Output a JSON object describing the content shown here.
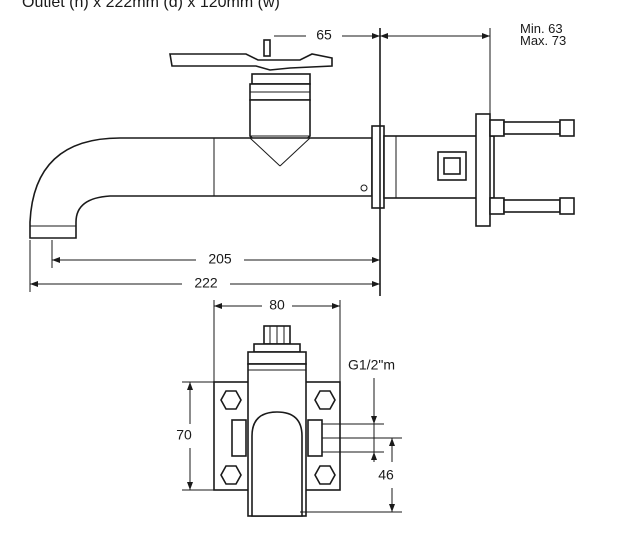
{
  "header_text": "Outlet (h) x 222mm (d) x 120mm (w)",
  "side_view": {
    "dim_top": "65",
    "dim_min": "Min. 63",
    "dim_max": "Max. 73",
    "dim_205": "205",
    "dim_222": "222"
  },
  "front_view": {
    "dim_width": "80",
    "dim_thread": "G1/2\"m",
    "dim_height": "70",
    "dim_offset": "46"
  }
}
